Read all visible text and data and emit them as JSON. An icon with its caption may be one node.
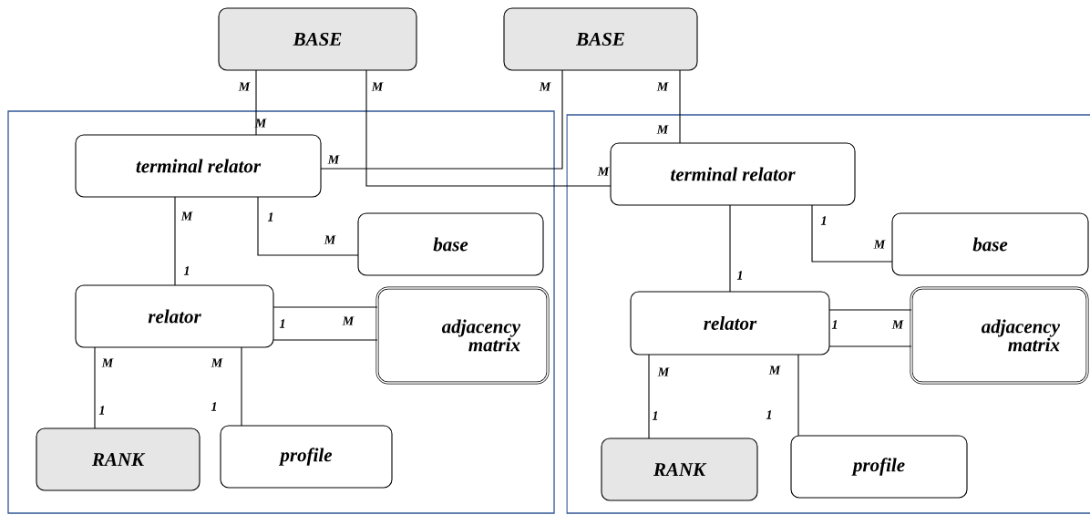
{
  "diagram": {
    "nodes": [
      {
        "text": [
          "BASE"
        ]
      },
      {
        "text": [
          "BASE"
        ]
      },
      {
        "text": [],
        "shape": "box"
      },
      {
        "text": [
          "terminal relator"
        ],
        "in": 2
      },
      {
        "text": [
          "base"
        ],
        "in": 2
      },
      {
        "text": [
          "relator"
        ],
        "in": 2
      },
      {
        "text": [
          "adjacency matrix"
        ],
        "in": 2
      },
      {
        "text": [
          "RANK"
        ],
        "in": 2
      },
      {
        "text": [
          "profile"
        ],
        "in": 2
      },
      {
        "text": [],
        "shape": "box"
      },
      {
        "text": [
          "terminal relator"
        ],
        "in": 9
      },
      {
        "text": [
          "base"
        ],
        "in": 9
      },
      {
        "text": [
          "relator"
        ],
        "in": 9
      },
      {
        "text": [
          "adjacency matrix"
        ],
        "in": 9
      },
      {
        "text": [
          "RANK"
        ],
        "in": 9
      },
      {
        "text": [
          "profile"
        ],
        "in": 9
      }
    ],
    "edges": [
      {
        "from": 0,
        "to": 3,
        "arrow": "none"
      },
      {
        "from": 0,
        "to": 10,
        "arrow": "none"
      },
      {
        "from": 1,
        "to": 3,
        "arrow": "none"
      },
      {
        "from": 1,
        "to": 10,
        "arrow": "none"
      },
      {
        "from": 3,
        "to": 5,
        "arrow": "none"
      },
      {
        "from": 3,
        "to": 4,
        "arrow": "none"
      },
      {
        "from": 5,
        "to": 6,
        "arrow": "none"
      },
      {
        "from": 5,
        "to": 7,
        "arrow": "none"
      },
      {
        "from": 5,
        "to": 8,
        "arrow": "none"
      },
      {
        "from": 10,
        "to": 12,
        "arrow": "none"
      },
      {
        "from": 10,
        "to": 11,
        "arrow": "none"
      },
      {
        "from": 12,
        "to": 13,
        "arrow": "none"
      },
      {
        "from": 12,
        "to": 14,
        "arrow": "none"
      },
      {
        "from": 12,
        "to": 15,
        "arrow": "none"
      }
    ],
    "labels": [
      "M",
      "M",
      "M",
      "M",
      "M",
      "M",
      "M",
      "M",
      "M",
      "1",
      "1",
      "M",
      "1",
      "M",
      "M",
      "1",
      "M",
      "1",
      "1",
      "1",
      "M",
      "1",
      "M",
      "M",
      "1",
      "M",
      "1"
    ]
  }
}
